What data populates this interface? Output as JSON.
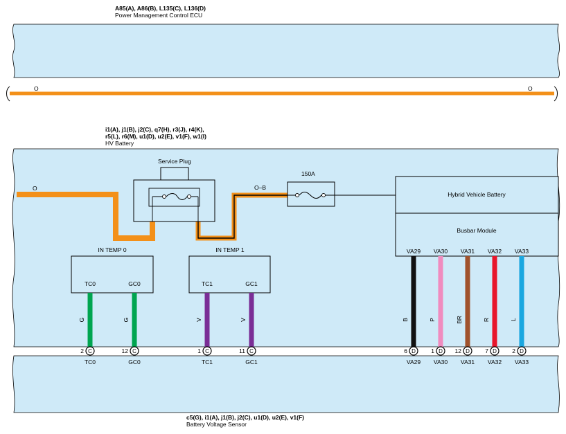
{
  "top_component": {
    "codes": "A85(A), A86(B), L135(C), L136(D)",
    "name": "Power Management Control ECU"
  },
  "orange_bus": {
    "left_label": "O",
    "right_label": "O"
  },
  "hv_battery": {
    "codes_line1": "i1(A), j1(B), j2(C), q7(H), r3(J), r4(K),",
    "codes_line2": "r5(L), r6(M), u1(D), u2(E), v1(F), w1(I)",
    "name": "HV Battery",
    "wire_in_label": "O",
    "service_plug_label": "Service Plug",
    "ob_label": "O–B",
    "fuse_label": "150A",
    "hybrid_battery_label": "Hybrid Vehicle Battery",
    "busbar_label": "Busbar Module",
    "in_temp0": {
      "label": "IN TEMP 0",
      "pin1": "TC0",
      "pin2": "GC0"
    },
    "in_temp1": {
      "label": "IN TEMP 1",
      "pin1": "TC1",
      "pin2": "GC1"
    }
  },
  "wires": [
    {
      "id": "tc0",
      "top": "TC0",
      "color_code": "G",
      "color": "#00a550",
      "pin": "2",
      "conn": "C",
      "bottom": "TC0"
    },
    {
      "id": "gc0",
      "top": "GC0",
      "color_code": "G",
      "color": "#00a550",
      "pin": "12",
      "conn": "C",
      "bottom": "GC0"
    },
    {
      "id": "tc1",
      "top": "TC1",
      "color_code": "V",
      "color": "#7a2e96",
      "pin": "1",
      "conn": "C",
      "bottom": "TC1"
    },
    {
      "id": "gc1",
      "top": "GC1",
      "color_code": "V",
      "color": "#7a2e96",
      "pin": "11",
      "conn": "C",
      "bottom": "GC1"
    },
    {
      "id": "va29",
      "top": "VA29",
      "color_code": "B",
      "color": "#111111",
      "pin": "6",
      "conn": "D",
      "bottom": "VA29"
    },
    {
      "id": "va30",
      "top": "VA30",
      "color_code": "P",
      "color": "#f08cbf",
      "pin": "1",
      "conn": "D",
      "bottom": "VA30"
    },
    {
      "id": "va31",
      "top": "VA31",
      "color_code": "BR",
      "color": "#a0522d",
      "pin": "12",
      "conn": "D",
      "bottom": "VA31"
    },
    {
      "id": "va32",
      "top": "VA32",
      "color_code": "R",
      "color": "#e8162c",
      "pin": "7",
      "conn": "D",
      "bottom": "VA32"
    },
    {
      "id": "va33",
      "top": "VA33",
      "color_code": "L",
      "color": "#1aa7e0",
      "pin": "2",
      "conn": "D",
      "bottom": "VA33"
    }
  ],
  "bottom_component": {
    "codes": "c5(G), i1(A), j1(B), j2(C), u1(D), u2(E), v1(F)",
    "name": "Battery Voltage Sensor"
  },
  "colors": {
    "panel_fill": "#cfeaf8",
    "orange_wire": "#f39019",
    "outline": "#000000"
  }
}
